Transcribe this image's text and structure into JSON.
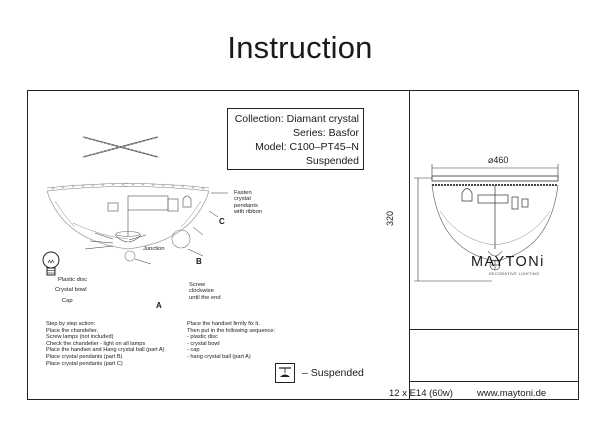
{
  "title": "Instruction",
  "info": {
    "collection": "Collection: Diamant crystal",
    "series": "Series: Basfor",
    "model": "Model: C100–PT45–N",
    "type": "Suspended"
  },
  "labels": {
    "fasten": [
      "Fasten",
      "crystal",
      "pendants",
      "with ribbon"
    ],
    "junction": "Junction",
    "plastic_disc": "Plastic disc",
    "crystal_bowl": "Crystal bowl",
    "cap": "Cap",
    "screw": [
      "Screw",
      "clockwise",
      "until the end"
    ],
    "part_a": "A",
    "part_b": "B",
    "part_c": "C"
  },
  "steps_left": [
    "Step by step action:",
    "Place the chandelier.",
    "Screw lamps (not included)",
    "Check the chandelier - light on all lamps",
    "Place the handset and Hang crystal ball (part A)",
    "Place crystal pendants (part B)",
    "Place crystal pendants (part C)"
  ],
  "steps_right": [
    "Place the handset firmly fix it.",
    "Then put in the following sequence:",
    "- plastic disc",
    "- crystal bowl",
    "- cap",
    "- hang crystal ball (part A)"
  ],
  "legend": {
    "text": "– Suspended",
    "icon": "suspended-mount-icon"
  },
  "dimensions": {
    "diameter": "⌀460",
    "height": "320"
  },
  "brand": {
    "name": "MAYTONi",
    "tagline": "DECORATIVE LIGHTING"
  },
  "lamp_spec": "12 x E14 (60w)",
  "website": "www.maytoni.de"
}
